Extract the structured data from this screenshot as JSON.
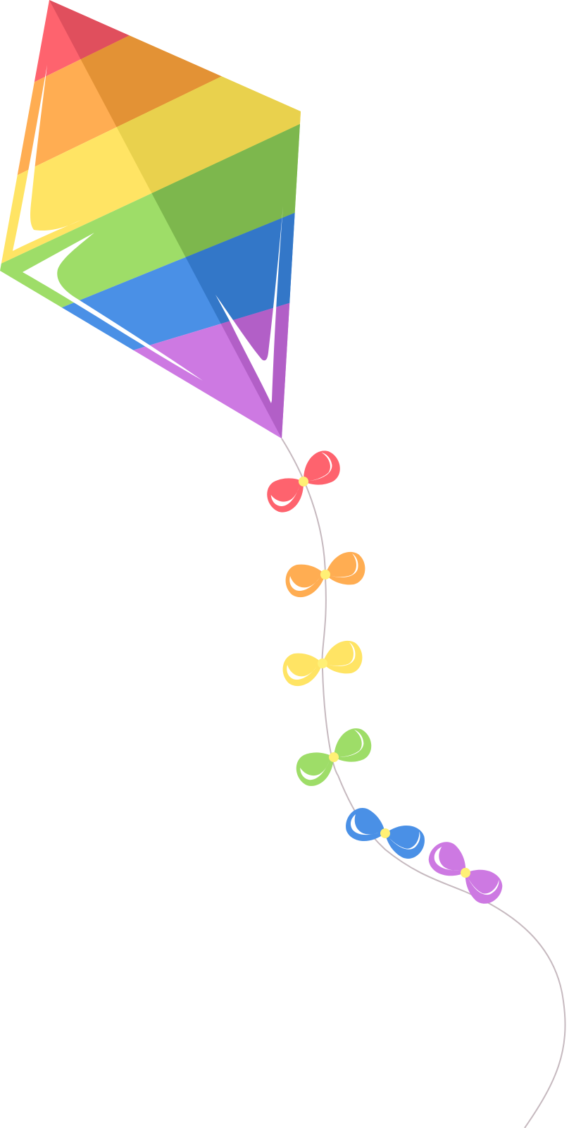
{
  "scene": {
    "subject": "kite-illustration",
    "background_color": "#ffffff",
    "kite_stripe_colors": [
      "#fe636e",
      "#ffad52",
      "#ffe464",
      "#9edd68",
      "#4a90e6",
      "#cd79e2"
    ],
    "kite_shaded_colors": [
      "#e04f5d",
      "#e39235",
      "#e9d14d",
      "#7db74d",
      "#3377c8",
      "#b25fc7"
    ],
    "string_color": "#c6b9bf",
    "knot_color": "#fff075",
    "bows": [
      {
        "name": "red",
        "color": "#fe636e"
      },
      {
        "name": "orange",
        "color": "#ffad52"
      },
      {
        "name": "yellow",
        "color": "#ffe464"
      },
      {
        "name": "green",
        "color": "#9edd68"
      },
      {
        "name": "blue",
        "color": "#4a90e6"
      },
      {
        "name": "purple",
        "color": "#cd79e2"
      }
    ]
  }
}
